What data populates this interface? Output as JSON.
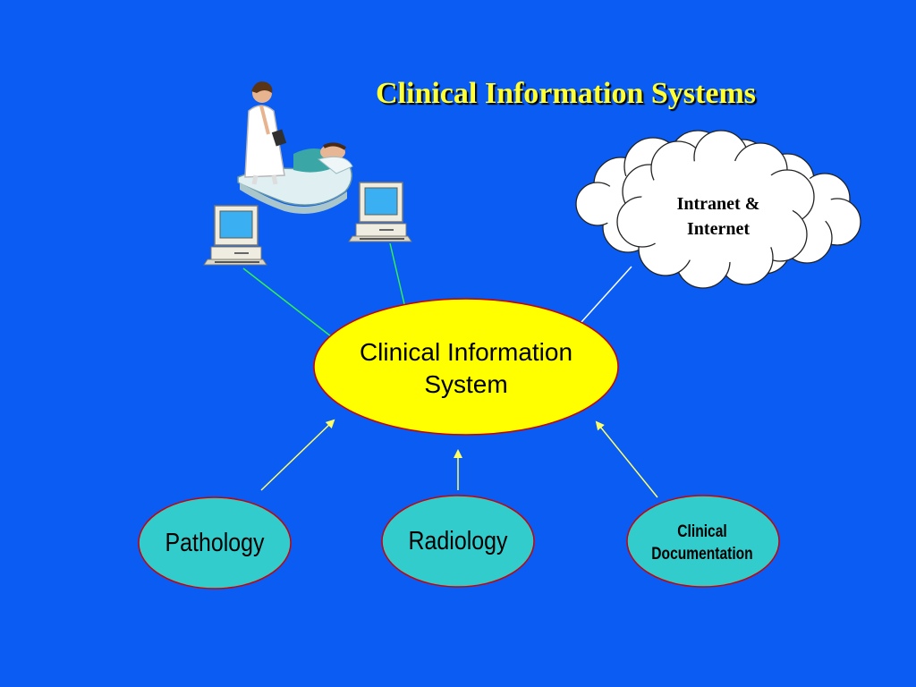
{
  "slide": {
    "title": "Clinical Information Systems",
    "background_color": "#0a5cf3",
    "title_color": "#ffff33"
  },
  "hub": {
    "label_line1": "Clinical Information",
    "label_line2": "System",
    "fill_color": "#ffff00",
    "border_color": "#cc0000"
  },
  "cloud": {
    "label_line1": "Intranet &",
    "label_line2": "Internet",
    "fill_color": "#ffffff"
  },
  "nodes": [
    {
      "label_line1": "Pathology",
      "label_line2": ""
    },
    {
      "label_line1": "Radiology",
      "label_line2": ""
    },
    {
      "label_line1": "Clinical",
      "label_line2": "Documentation"
    }
  ],
  "node_fill_color": "#33cccc",
  "node_border_color": "#cc0000",
  "icons": [
    "doctor-patient-icon",
    "computer-icon",
    "computer-icon"
  ],
  "connector_colors": {
    "workstation_links": "#33ee55",
    "cloud_link": "#ffffff",
    "input_arrows": "#ffff66"
  }
}
